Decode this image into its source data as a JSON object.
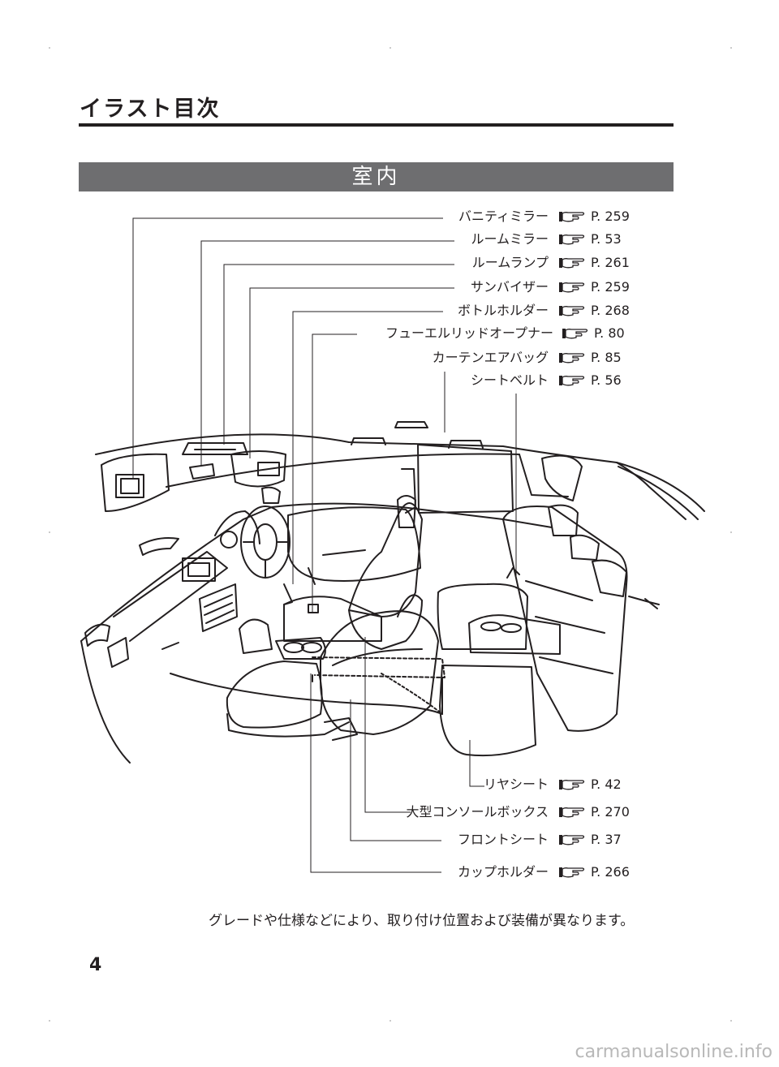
{
  "header": {
    "title": "イラスト目次"
  },
  "section": {
    "band_title": "室内"
  },
  "labels_top": [
    {
      "name": "バニティミラー",
      "page": "P. 259"
    },
    {
      "name": "ルームミラー",
      "page": "P. 53"
    },
    {
      "name": "ルームランプ",
      "page": "P. 261"
    },
    {
      "name": "サンバイザー",
      "page": "P. 259"
    },
    {
      "name": "ボトルホルダー",
      "page": "P. 268"
    },
    {
      "name": "フューエルリッドオープナー",
      "page": "P. 80"
    },
    {
      "name": "カーテンエアバッグ",
      "page": "P. 85"
    },
    {
      "name": "シートベルト",
      "page": "P. 56"
    }
  ],
  "labels_bottom": [
    {
      "name": "リヤシート",
      "page": "P. 42"
    },
    {
      "name": "大型コンソールボックス",
      "page": "P. 270"
    },
    {
      "name": "フロントシート",
      "page": "P. 37"
    },
    {
      "name": "カップホルダー",
      "page": "P. 266"
    }
  ],
  "note": "グレードや仕様などにより、取り付け位置および装備が異なります。",
  "page_number": "4",
  "watermark": "carmanualsonline.info"
}
